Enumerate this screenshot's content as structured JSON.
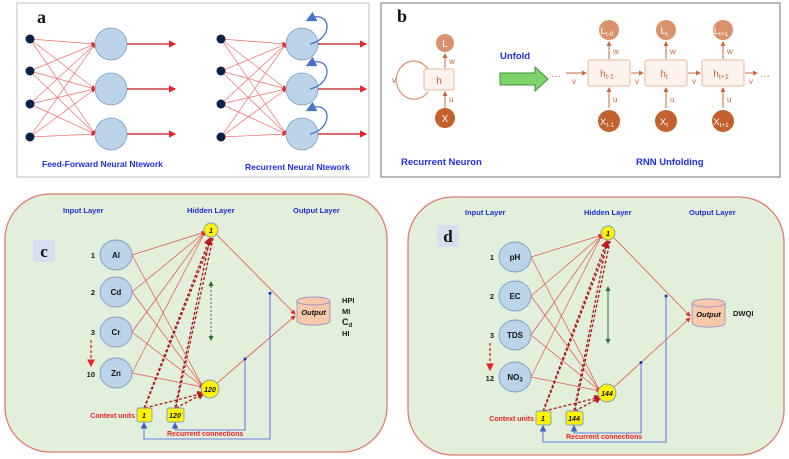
{
  "panels": {
    "a": {
      "letter": "a",
      "ffnn_caption": "Feed-Forward Neural Ntework",
      "rnn_caption": "Recurrent Neural Ntework",
      "input_count": 4,
      "hidden_count": 3
    },
    "b": {
      "letter": "b",
      "unfold_label": "Unfold",
      "recurrent_neuron_caption": "Recurrent Neuron",
      "rnn_unfolding_caption": "RNN Unfolding",
      "neuron": {
        "output": "L",
        "hidden": "h",
        "input": "X",
        "w": "w",
        "u": "u",
        "v": "v"
      },
      "steps": [
        {
          "L": "L",
          "L_sub": "t-0",
          "h": "h",
          "h_sub": "t-1",
          "X": "X",
          "X_sub": "t-1"
        },
        {
          "L": "L",
          "L_sub": "t",
          "h": "h",
          "h_sub": "t",
          "X": "X",
          "X_sub": "t"
        },
        {
          "L": "L",
          "L_sub": "t+1",
          "h": "h",
          "h_sub": "t+1",
          "X": "X",
          "X_sub": "t+1"
        }
      ],
      "ellipsis": "···",
      "w": "w",
      "u": "u",
      "v": "v"
    },
    "c": {
      "letter": "c",
      "input_layer": "Input Layer",
      "hidden_layer": "Hidden Layer",
      "output_layer": "Output Layer",
      "inputs": [
        {
          "num": "1",
          "label": "Al"
        },
        {
          "num": "2",
          "label": "Cd"
        },
        {
          "num": "3",
          "label": "Cr"
        },
        {
          "num": "10",
          "label": "Zn"
        }
      ],
      "hidden_first": "1",
      "hidden_last": "120",
      "context_label": "Context units",
      "context_first": "1",
      "context_last": "120",
      "recurrent_label": "Recurrent connections",
      "output_label": "Output",
      "outputs": [
        "HPI",
        "MI",
        "C",
        "HI"
      ],
      "output_cd_sub": "d"
    },
    "d": {
      "letter": "d",
      "input_layer": "Input Layer",
      "hidden_layer": "Hidden Layer",
      "output_layer": "Output Layer",
      "inputs": [
        {
          "num": "1",
          "label": "pH"
        },
        {
          "num": "2",
          "label": "EC"
        },
        {
          "num": "3",
          "label": "TDS"
        },
        {
          "num": "12",
          "label": "NO"
        }
      ],
      "no3_sub": "3",
      "hidden_first": "1",
      "hidden_last": "144",
      "context_label": "Context units",
      "context_first": "1",
      "context_last": "144",
      "recurrent_label": "Recurrent connections",
      "output_label": "Output",
      "outputs": [
        "DWQI"
      ]
    }
  },
  "colors": {
    "caption_blue": "#1f2ee0",
    "edge_red": "#e8504a",
    "dark_red": "#b3161c",
    "node_fill": "#bcd4ea",
    "node_stroke": "#7f9cc2",
    "dark_node": "#0d1f4d",
    "panel_bg": "#e2efda",
    "panel_border": "#d9534f",
    "yellow": "#fff200",
    "output_fill": "#f8c9a8",
    "rnn_orange": "#c8693b",
    "rnn_light": "#d9926c",
    "arrow_green": "#7fd36b",
    "recurrent_blue": "#6b7fe0"
  }
}
